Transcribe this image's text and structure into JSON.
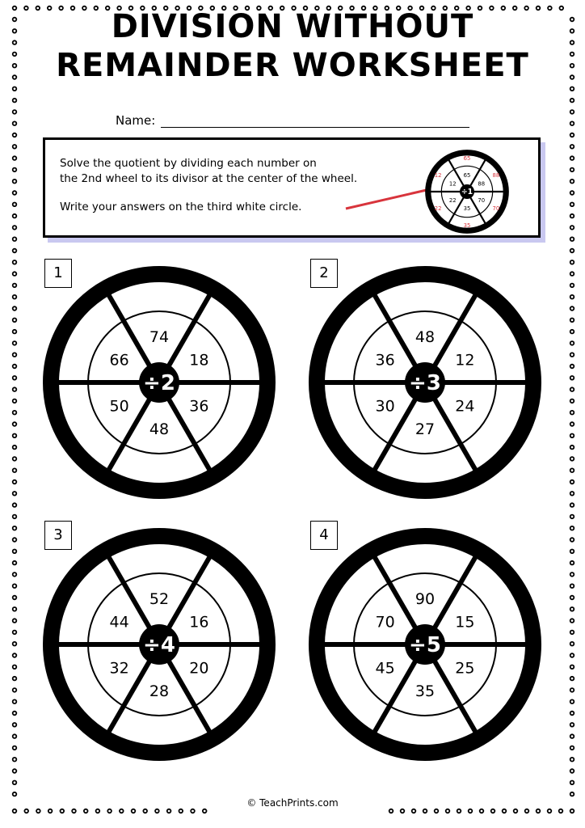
{
  "title_line1": "DIVISION WITHOUT",
  "title_line2": "REMAINDER WORKSHEET",
  "name_label": "Name:",
  "instructions": {
    "line1": "Solve the quotient by dividing each number on",
    "line2": "the 2nd wheel to its divisor at the center of the wheel.",
    "line3": "Write your answers on the third white circle.",
    "arrow_color": "#d8343c",
    "example": {
      "divisor": "÷1",
      "numbers": [
        "65",
        "88",
        "70",
        "35",
        "22",
        "12"
      ],
      "answers": [
        "65",
        "88",
        "70",
        "35",
        "22",
        "12"
      ],
      "answer_color": "#d8343c"
    }
  },
  "wheels": [
    {
      "label": "1",
      "divisor": "÷2",
      "numbers": [
        "74",
        "18",
        "36",
        "48",
        "50",
        "66"
      ]
    },
    {
      "label": "2",
      "divisor": "÷3",
      "numbers": [
        "48",
        "12",
        "24",
        "27",
        "30",
        "36"
      ]
    },
    {
      "label": "3",
      "divisor": "÷4",
      "numbers": [
        "52",
        "16",
        "20",
        "28",
        "32",
        "44"
      ]
    },
    {
      "label": "4",
      "divisor": "÷5",
      "numbers": [
        "90",
        "15",
        "25",
        "35",
        "45",
        "70"
      ]
    }
  ],
  "footer": "© TeachPrints.com"
}
